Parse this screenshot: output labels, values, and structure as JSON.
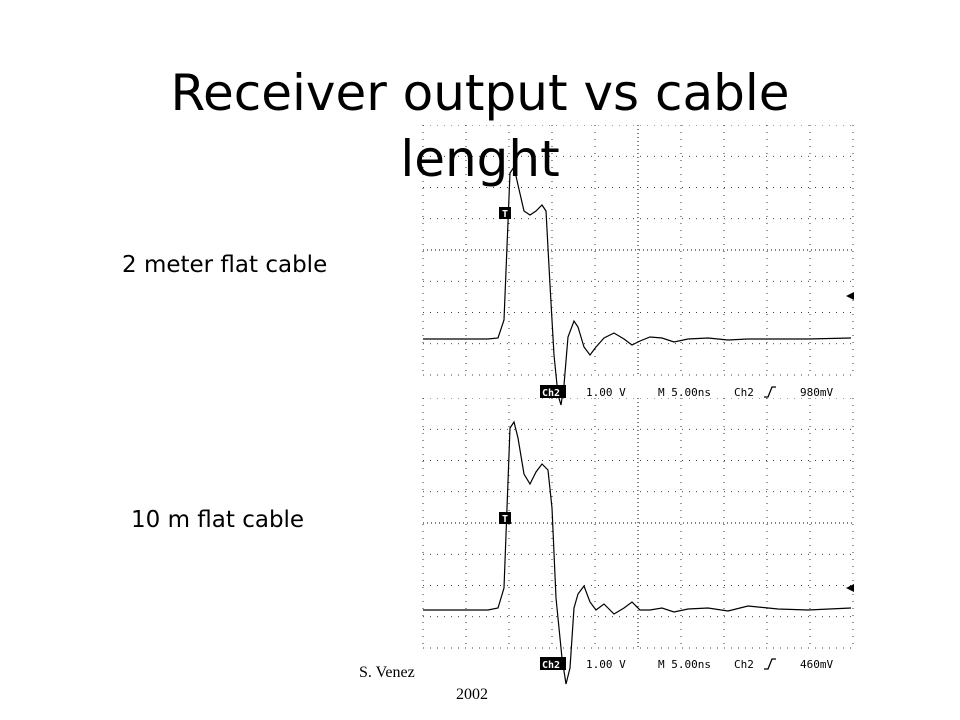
{
  "slide": {
    "title": "Receiver output vs cable lenght",
    "footer_author": "S. Venez",
    "footer_year": "2002"
  },
  "plots": [
    {
      "label": "2 meter flat cable",
      "channel": "Ch2",
      "volts_per_div": "1.00 V",
      "timebase": "M 5.00ns",
      "trigger_channel": "Ch2",
      "trigger_slope_icon": "rising-edge-icon",
      "trigger_level": "980mV",
      "trigger_marker": "T",
      "level_marker_icon": "left-arrow-icon"
    },
    {
      "label": "10 m flat cable",
      "channel": "Ch2",
      "volts_per_div": "1.00 V",
      "timebase": "M 5.00ns",
      "trigger_channel": "Ch2",
      "trigger_slope_icon": "rising-edge-icon",
      "trigger_level": "460mV",
      "trigger_marker": "T",
      "level_marker_icon": "left-arrow-icon"
    }
  ]
}
